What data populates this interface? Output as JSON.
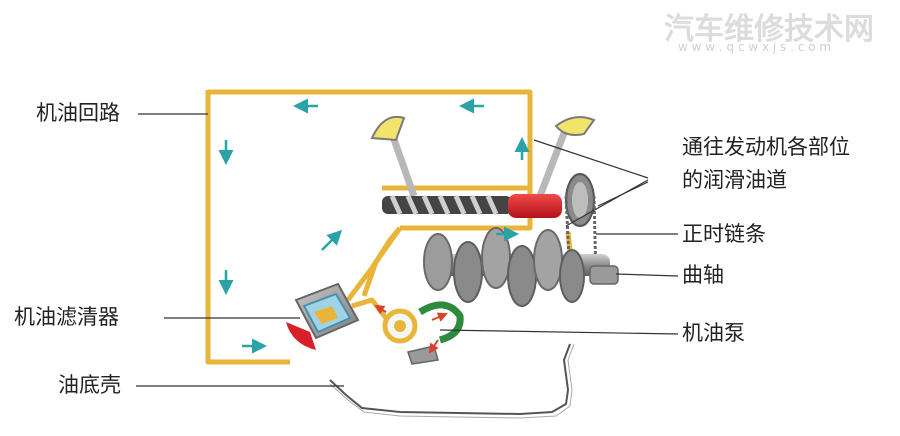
{
  "watermark": {
    "title": "汽车维修技术网",
    "url": "w w w . q c w x j s . c o m"
  },
  "labels": {
    "oil_circuit": "机油回路",
    "to_lubrication_line1": "通往发动机各部位",
    "to_lubrication_line2": "的润滑油道",
    "timing_chain": "正时链条",
    "crankshaft": "曲轴",
    "oil_filter": "机油滤清器",
    "oil_pump": "机油泵",
    "oil_pan": "油底壳"
  },
  "colors": {
    "oil_line": "#e8b43a",
    "flow_arrow": "#2aa3a8",
    "pump_arrow": "#d9412c",
    "camshaft_red": "#d8202a",
    "oil_pickup_green": "#2e8b3d",
    "metal_gray": "#9a9a9a",
    "filter_blue": "#9fd3e6",
    "leader_line": "#333333"
  }
}
